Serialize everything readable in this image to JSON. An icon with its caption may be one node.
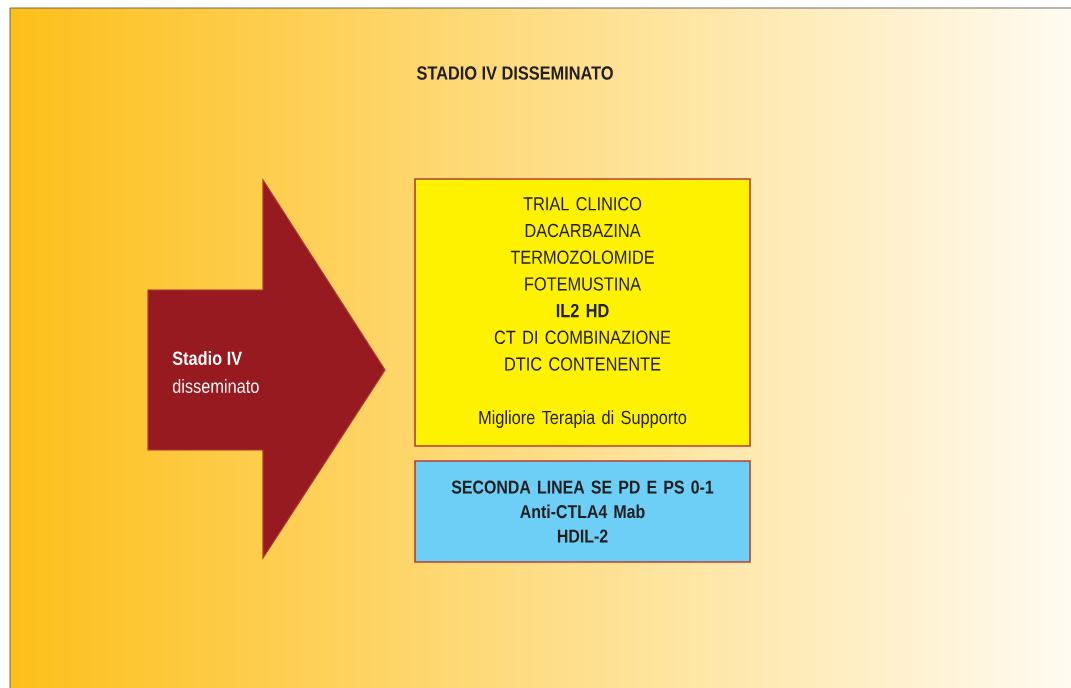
{
  "diagram": {
    "title": "STADIO IV DISSEMINATO",
    "nodes": [
      {
        "text": [
          "Stadio IV",
          "disseminato"
        ]
      },
      {
        "text": [
          "TRIAL CLINICO",
          "DACARBAZINA",
          "TERMOZOLOMIDE",
          "FOTEMUSTINA",
          "IL2 HD",
          "CT DI COMBINAZIONE DTIC CONTENENTE",
          "Migliore Terapia di Supporto"
        ]
      },
      {
        "text": [
          "SECONDA LINEA SE PD E PS 0-1",
          "Anti-CTLA4 Mab",
          "HDIL-2"
        ]
      }
    ]
  }
}
